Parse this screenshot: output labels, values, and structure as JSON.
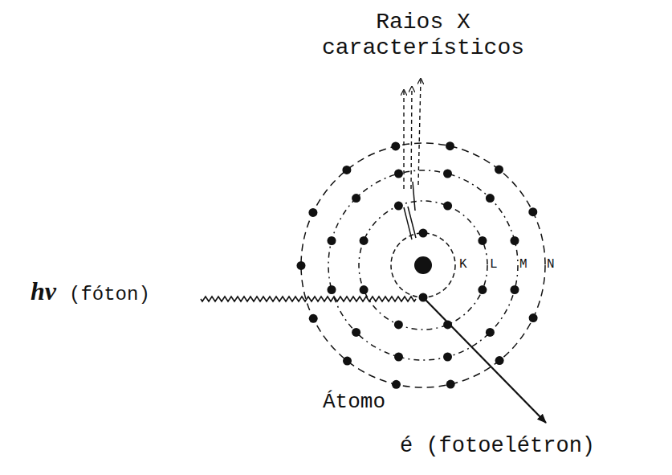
{
  "diagram": {
    "labels": [
      "Raios X característicos",
      "hν",
      "(fóton)",
      "Átomo",
      "é (fotoelétron)",
      "K",
      "L",
      "M",
      "N"
    ]
  }
}
